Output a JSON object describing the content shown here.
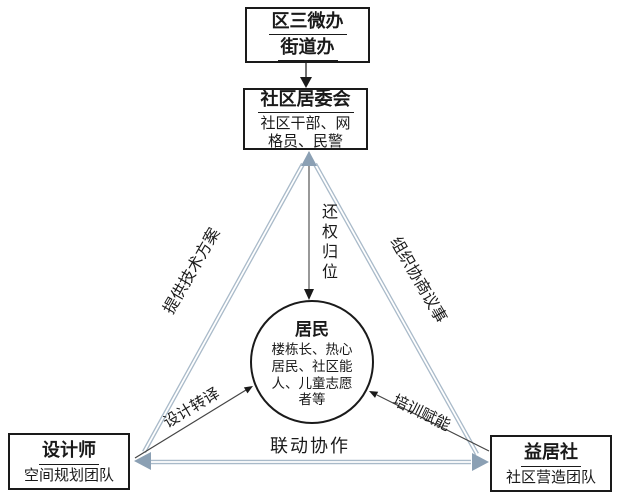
{
  "diagram": {
    "top_box": {
      "line1": "区三微办",
      "line2": "街道办"
    },
    "committee_box": {
      "title": "社区居委会",
      "subtitle_lines": [
        "社区干部、网",
        "格员、民警"
      ]
    },
    "residents_circle": {
      "title": "居民",
      "body_lines": [
        "楼栋长、热心",
        "居民、社区能",
        "人、儿童志愿",
        "者等"
      ]
    },
    "designer_box": {
      "title": "设计师",
      "subtitle": "空间规划团队"
    },
    "yijushe_box": {
      "title": "益居社",
      "subtitle": "社区营造团队"
    },
    "edge_labels": {
      "left_edge": "提供技术方案",
      "right_edge": "组织协商议事",
      "vertical_arrow": "还权归位",
      "inner_left_arrow": "设计转译",
      "inner_right_arrow": "培训赋能",
      "bottom_edge": "联动协作"
    },
    "colors": {
      "double_line": "#a9bac9",
      "gray_arrowhead": "#8ba0b4",
      "ink": "#1a1a1a",
      "background": "#ffffff"
    }
  }
}
